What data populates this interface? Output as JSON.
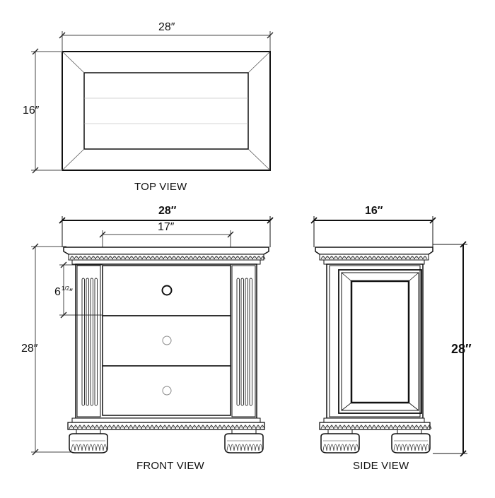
{
  "top_view": {
    "title": "TOP VIEW",
    "width_label": "28″",
    "depth_label": "16″"
  },
  "front_view": {
    "title": "FRONT VIEW",
    "width_label": "28″",
    "drawer_width_label": "17″",
    "drawer_height_whole": "6",
    "drawer_height_fraction": "1/2",
    "drawer_height_unit": "″",
    "height_label": "28″"
  },
  "side_view": {
    "title": "SIDE VIEW",
    "depth_label": "16″",
    "height_label": "28″"
  }
}
